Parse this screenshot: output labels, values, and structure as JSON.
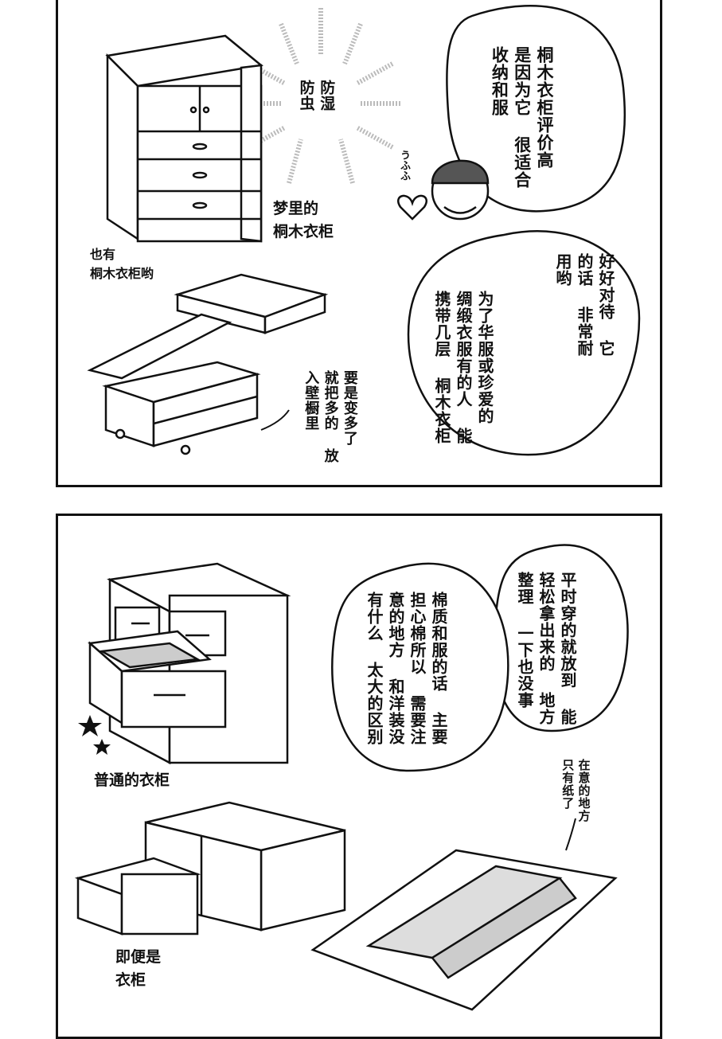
{
  "panel_1": {
    "bubble_top": "桐木衣柜评价高\n是因为它\n很适合\n收纳和服",
    "bubble_mid": "好好对待\n它的话\n非常耐用哟",
    "bubble_mid_2": "为了华服或珍爱的\n绸缎衣服有的人\n能携带几层\n桐木衣柜",
    "burst_text": "防湿\n防虫",
    "caption_dresser": "梦里的\n桐木衣柜",
    "caption_box": "也有\n桐木衣柜哟",
    "caption_closet": "要是变多了\n就把多的\n放入壁橱里",
    "sfx_laugh": "うふふ"
  },
  "panel_2": {
    "bubble_right": "平时穿的就放到\n能轻松拿出来的\n地方整理\n一下也没事",
    "bubble_left": "棉质和服的话\n主要担心棉所以\n需要注意的地方\n和洋装没有什么\n太大的区别",
    "caption_chest": "普通的衣柜",
    "caption_case": "即便是\n衣柜",
    "caption_paper": "在意的地方\n只有纸了"
  }
}
